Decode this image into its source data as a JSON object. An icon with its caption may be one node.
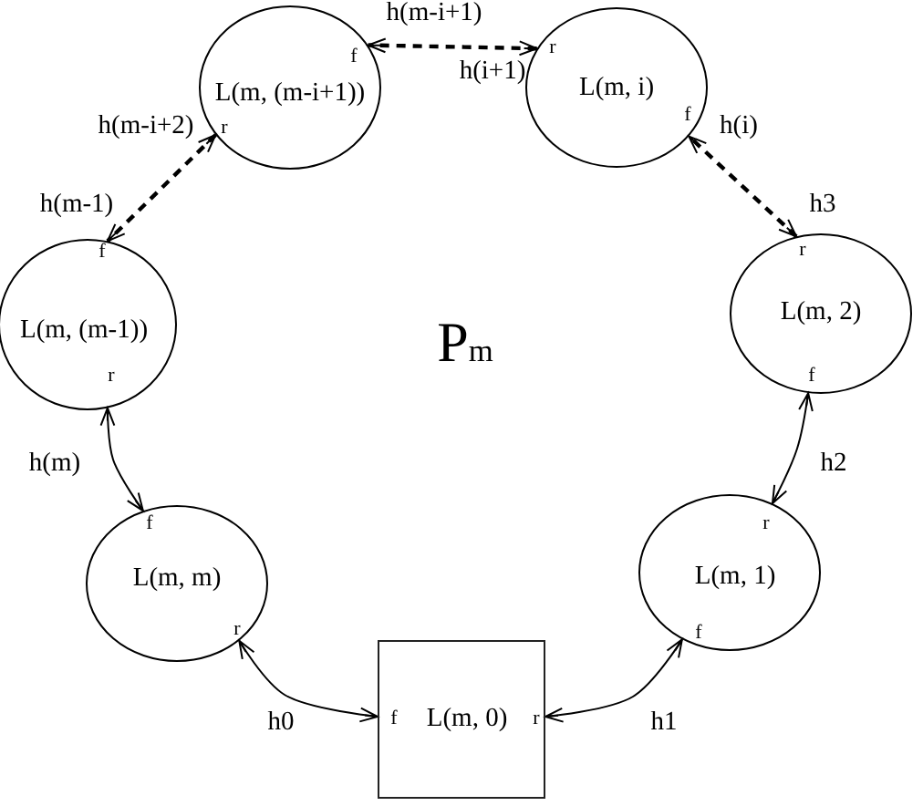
{
  "diagram": {
    "nodes": [
      {
        "text": [
          "f",
          "L(m, (m-i+1))",
          "r"
        ]
      },
      {
        "text": [
          "r",
          "L(m, i)",
          "f"
        ]
      },
      {
        "text": [
          "f",
          "L(m, (m-1))",
          "r"
        ]
      },
      {
        "text": [
          "r",
          "L(m, 2)",
          "f"
        ]
      },
      {
        "text": [
          "f",
          "L(m, m)",
          "r"
        ]
      },
      {
        "text": [
          "r",
          "L(m, 1)",
          "f"
        ]
      },
      {
        "text": [
          "f",
          "L(m, 0)",
          "r"
        ]
      }
    ],
    "edges": [
      {
        "from": 4,
        "to": 6,
        "arrow": "both",
        "label": "h0"
      },
      {
        "from": 6,
        "to": 5,
        "arrow": "both",
        "label": "h1"
      },
      {
        "from": 5,
        "to": 3,
        "arrow": "both",
        "label": "h2"
      },
      {
        "from": 3,
        "to": 1,
        "arrow": "both",
        "label": "h(i)",
        "style": "dashed"
      },
      {
        "from": 1,
        "to": 0,
        "arrow": "both",
        "label": "h(m-i+1)",
        "style": "dashed"
      },
      {
        "from": 0,
        "to": 2,
        "arrow": "both",
        "label": "h(m-i+2)",
        "style": "dashed"
      },
      {
        "from": 2,
        "to": 4,
        "arrow": "both",
        "label": "h(m)"
      }
    ],
    "labels": [
      "h(i+1)",
      "h(m-1)",
      "h3",
      "P$_{m}$"
    ]
  }
}
